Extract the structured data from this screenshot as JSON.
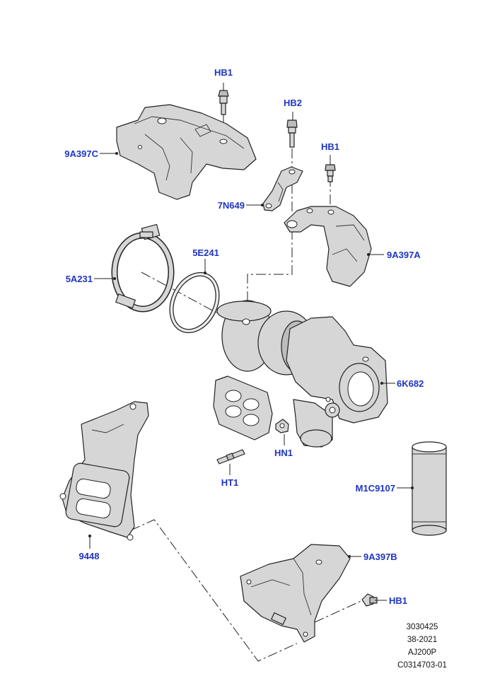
{
  "callouts": {
    "hb1_top": "HB1",
    "hb2": "HB2",
    "hb1_mid": "HB1",
    "part_9a397c": "9A397C",
    "part_7n649": "7N649",
    "part_5e241": "5E241",
    "part_5a231": "5A231",
    "part_9a397a": "9A397A",
    "part_6k682": "6K682",
    "part_hn1": "HN1",
    "part_ht1": "HT1",
    "part_m1c9107": "M1C9107",
    "part_9448": "9448",
    "part_9a397b": "9A397B",
    "hb1_bottom": "HB1"
  },
  "reference": {
    "line1": "3030425",
    "line2": "38-2021",
    "line3": "AJ200P",
    "line4": "C0314703-01"
  },
  "colors": {
    "callout_text": "#1d34c4",
    "line": "#222222",
    "part_fill": "#d6d6d6"
  }
}
